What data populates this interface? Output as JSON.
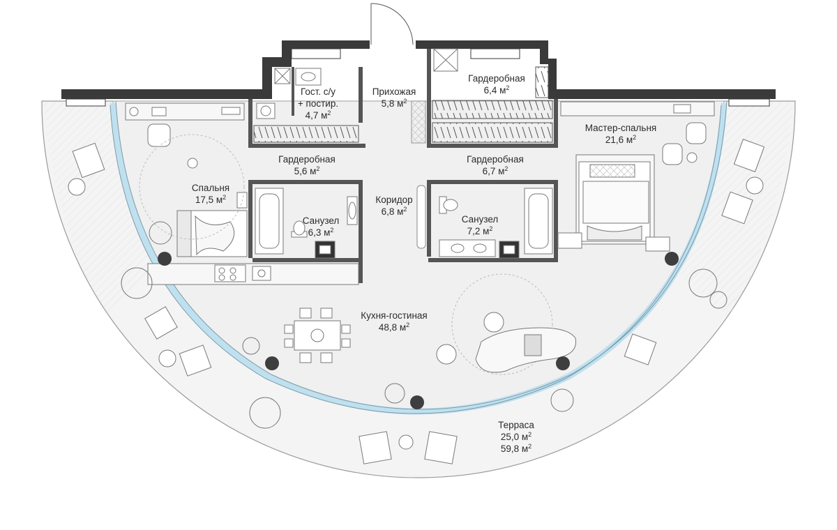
{
  "colors": {
    "floor": "#f0f0f0",
    "wall": "#3a3a3a",
    "glass": "#bfe0ef",
    "terrace": "#f3f3f3",
    "column": "#3e3e3e",
    "furniture": "#9a9a9a"
  },
  "area_unit": "м",
  "area_exponent": "2",
  "rooms": [
    {
      "id": "guest-wc",
      "name": "Гост. с/у",
      "name2": "+ постир.",
      "area": "4,7"
    },
    {
      "id": "hallway",
      "name": "Прихожая",
      "area": "5,8"
    },
    {
      "id": "wardrobe-top",
      "name": "Гардеробная",
      "area": "6,4"
    },
    {
      "id": "wardrobe-left",
      "name": "Гардеробная",
      "area": "5,6"
    },
    {
      "id": "wardrobe-right",
      "name": "Гардеробная",
      "area": "6,7"
    },
    {
      "id": "master-bedroom",
      "name": "Мастер-спальня",
      "area": "21,6"
    },
    {
      "id": "bedroom",
      "name": "Спальня",
      "area": "17,5"
    },
    {
      "id": "corridor",
      "name": "Коридор",
      "area": "6,8"
    },
    {
      "id": "bathroom-left",
      "name": "Санузел",
      "area": "6,3"
    },
    {
      "id": "bathroom-right",
      "name": "Санузел",
      "area": "7,2"
    },
    {
      "id": "kitchen-living",
      "name": "Кухня-гостиная",
      "area": "48,8"
    },
    {
      "id": "terrace",
      "name": "Терраса",
      "area": "25,0",
      "area2": "59,8"
    }
  ],
  "icons": [
    "door-swing-icon",
    "sink-icon",
    "toilet-icon",
    "bathtub-icon",
    "bed-icon",
    "armchair-icon",
    "sofa-icon",
    "dining-table-icon",
    "plant-icon",
    "stove-icon",
    "wardrobe-icon",
    "lounge-chair-icon",
    "round-table-icon"
  ]
}
